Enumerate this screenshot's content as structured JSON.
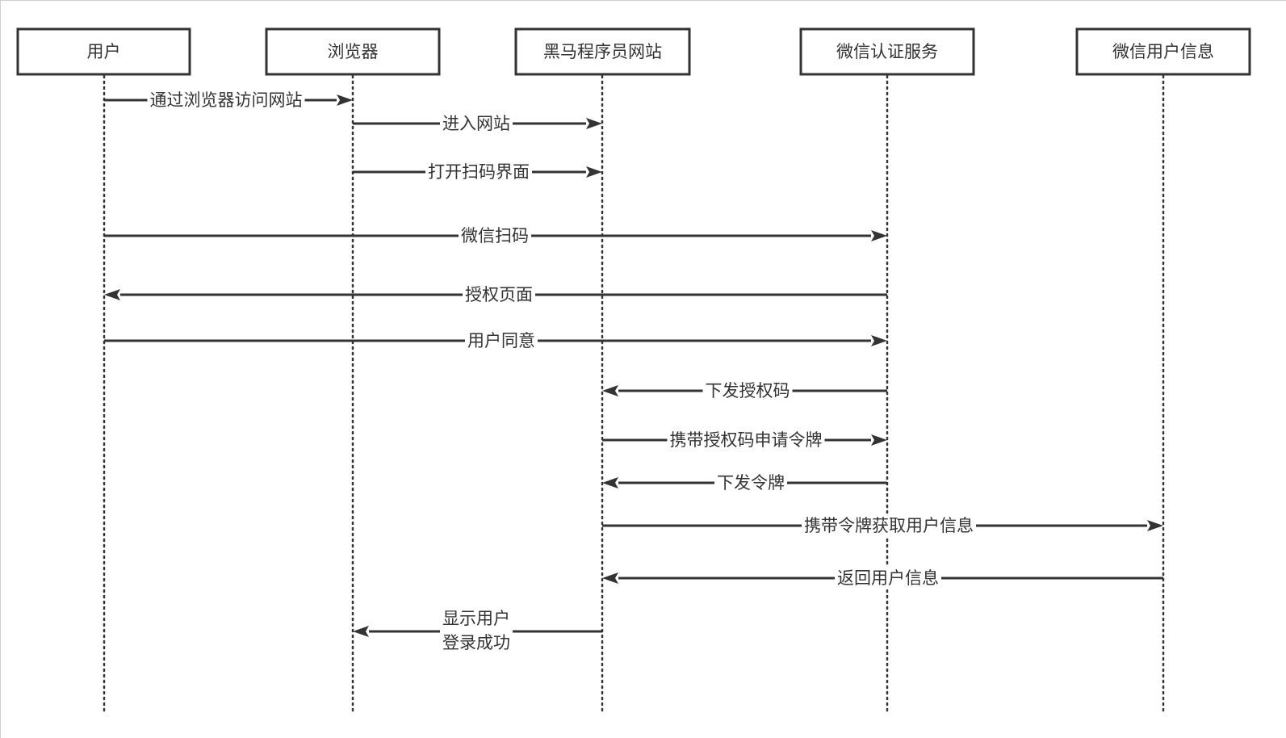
{
  "participants": [
    {
      "id": "user",
      "label": "用户"
    },
    {
      "id": "browser",
      "label": "浏览器"
    },
    {
      "id": "site",
      "label": "黑马程序员网站"
    },
    {
      "id": "wxauth",
      "label": "微信认证服务"
    },
    {
      "id": "wxuser",
      "label": "微信用户信息"
    }
  ],
  "messages": [
    {
      "from": "user",
      "to": "browser",
      "label": [
        "通过浏览器访问网站"
      ]
    },
    {
      "from": "browser",
      "to": "site",
      "label": [
        "进入网站"
      ]
    },
    {
      "from": "browser",
      "to": "site",
      "label": [
        "打开扫码界面"
      ]
    },
    {
      "from": "user",
      "to": "wxauth",
      "label": [
        "微信扫码"
      ]
    },
    {
      "from": "wxauth",
      "to": "user",
      "label": [
        "授权页面"
      ]
    },
    {
      "from": "user",
      "to": "wxauth",
      "label": [
        "用户同意"
      ]
    },
    {
      "from": "wxauth",
      "to": "site",
      "label": [
        "下发授权码"
      ]
    },
    {
      "from": "site",
      "to": "wxauth",
      "label": [
        "携带授权码申请令牌"
      ]
    },
    {
      "from": "wxauth",
      "to": "site",
      "label": [
        "下发令牌"
      ]
    },
    {
      "from": "site",
      "to": "wxuser",
      "label": [
        "携带令牌获取用户信息"
      ]
    },
    {
      "from": "wxuser",
      "to": "site",
      "label": [
        "返回用户信息"
      ]
    },
    {
      "from": "site",
      "to": "browser",
      "label": [
        "显示用户",
        "登录成功"
      ]
    }
  ]
}
